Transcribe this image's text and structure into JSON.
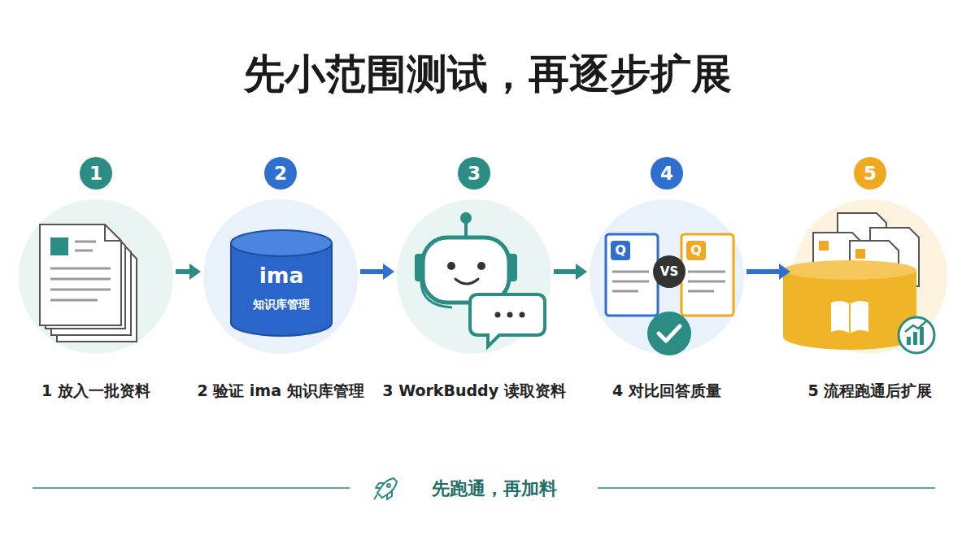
{
  "diagram": {
    "title": "先小范围测试，再逐步扩展",
    "nodes": [
      {
        "text": [
          "1",
          "1 放入一批资料"
        ]
      },
      {
        "text": [
          "2",
          "2 验证 ima 知识库管理"
        ]
      },
      {
        "text": [
          "ima",
          "知识库管理"
        ],
        "in": 1
      },
      {
        "text": [
          "3",
          "3 WorkBuddy 读取资料"
        ]
      },
      {
        "text": [
          "4",
          "4 对比回答质量"
        ]
      },
      {
        "text": [
          "5",
          "5 流程跑通后扩展"
        ]
      }
    ],
    "edges": [
      {
        "from": 0,
        "to": 1,
        "arrow": "to"
      },
      {
        "from": 1,
        "to": 3,
        "arrow": "to"
      },
      {
        "from": 3,
        "to": 4,
        "arrow": "to"
      },
      {
        "from": 4,
        "to": 5,
        "arrow": "to"
      }
    ],
    "labels": [
      "Q",
      "VS",
      "Q",
      "先跑通，再加料"
    ]
  }
}
